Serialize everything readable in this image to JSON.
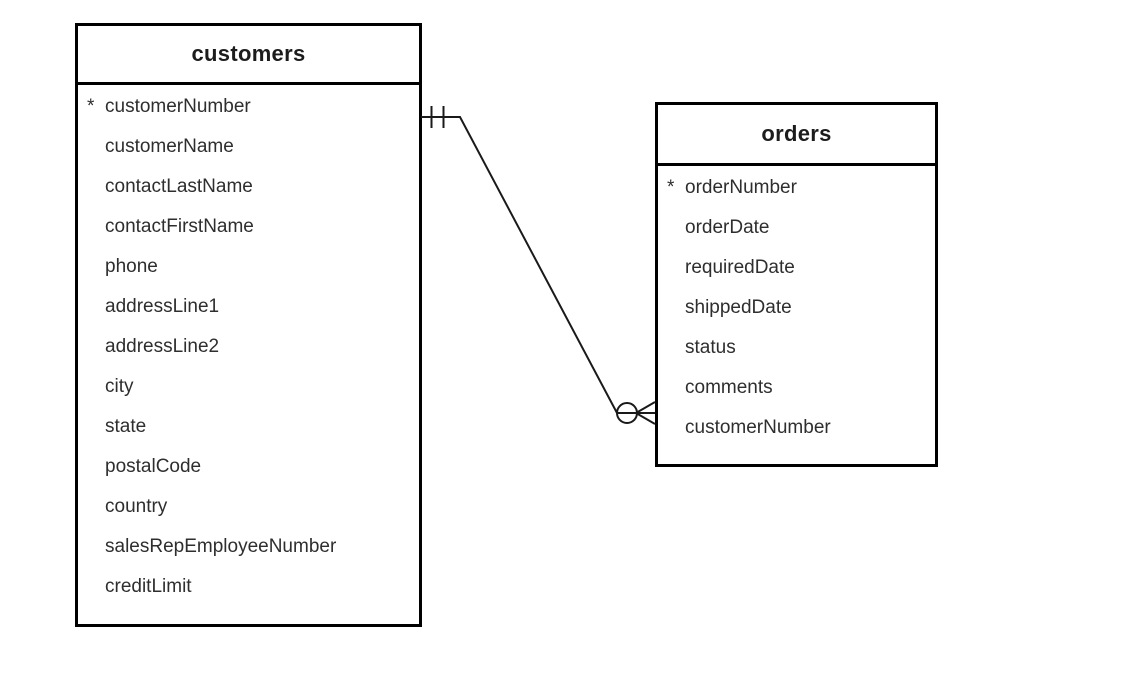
{
  "diagram": {
    "pk_marker": "*",
    "entities": [
      {
        "name": "customers",
        "fields": [
          {
            "label": "customerNumber",
            "pk": true
          },
          {
            "label": "customerName",
            "pk": false
          },
          {
            "label": "contactLastName",
            "pk": false
          },
          {
            "label": "contactFirstName",
            "pk": false
          },
          {
            "label": "phone",
            "pk": false
          },
          {
            "label": "addressLine1",
            "pk": false
          },
          {
            "label": "addressLine2",
            "pk": false
          },
          {
            "label": "city",
            "pk": false
          },
          {
            "label": "state",
            "pk": false
          },
          {
            "label": "postalCode",
            "pk": false
          },
          {
            "label": "country",
            "pk": false
          },
          {
            "label": "salesRepEmployeeNumber",
            "pk": false
          },
          {
            "label": "creditLimit",
            "pk": false
          }
        ]
      },
      {
        "name": "orders",
        "fields": [
          {
            "label": "orderNumber",
            "pk": true
          },
          {
            "label": "orderDate",
            "pk": false
          },
          {
            "label": "requiredDate",
            "pk": false
          },
          {
            "label": "shippedDate",
            "pk": false
          },
          {
            "label": "status",
            "pk": false
          },
          {
            "label": "comments",
            "pk": false
          },
          {
            "label": "customerNumber",
            "pk": false
          }
        ]
      }
    ],
    "relationship": {
      "from_entity": "customers",
      "to_entity": "orders",
      "from_cardinality": "one-and-only-one",
      "to_cardinality": "zero-or-many"
    },
    "colors": {
      "border": "#000000",
      "line": "#1a1a1a",
      "text": "#2e2e2e",
      "background": "#ffffff"
    }
  }
}
